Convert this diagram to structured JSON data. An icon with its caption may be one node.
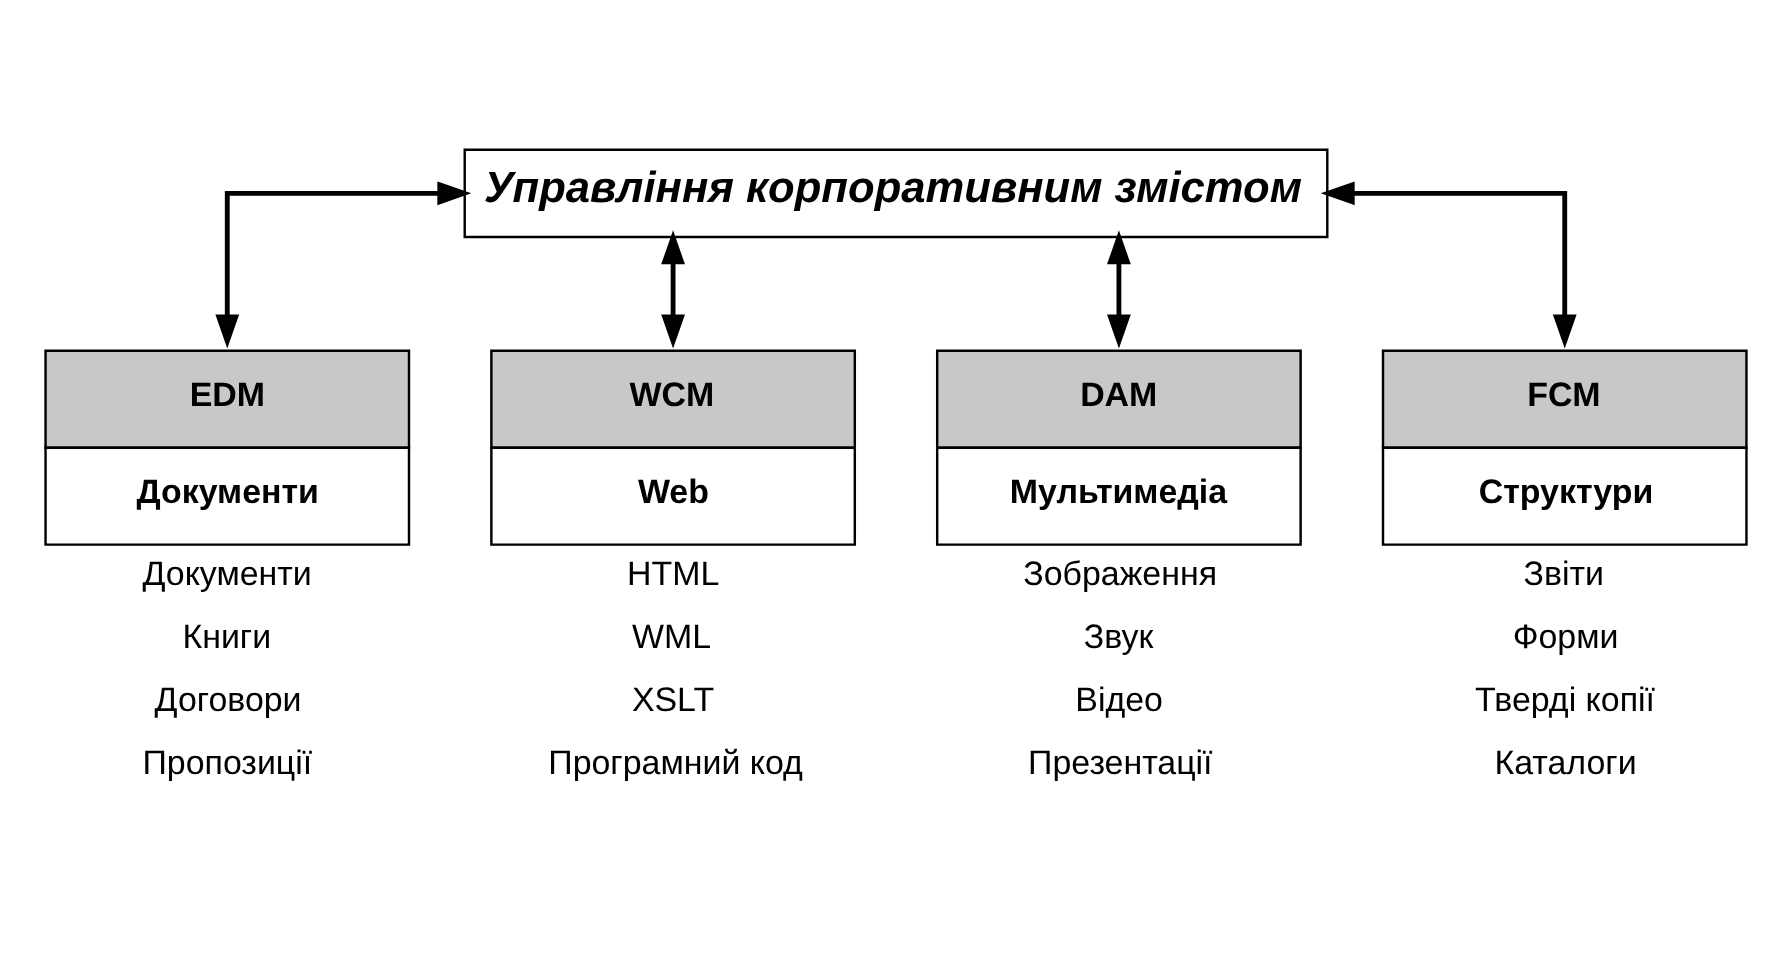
{
  "diagram": {
    "nodes": [
      {
        "text": [
          "Управління корпоративним змістом"
        ]
      },
      {
        "text": [
          "EDM",
          "Документи"
        ],
        "beside": [
          "Документи",
          "Книги",
          "Договори",
          "Пропозиції"
        ]
      },
      {
        "text": [
          "WCM",
          "Web"
        ],
        "beside": [
          "HTML",
          "WML",
          "XSLT",
          "Програмний код"
        ]
      },
      {
        "text": [
          "DAM",
          "Мультимедіа"
        ],
        "beside": [
          "Зображення",
          "Звук",
          "Відео",
          "Презентації"
        ]
      },
      {
        "text": [
          "FCM",
          "Структури"
        ],
        "beside": [
          "Звіти",
          "Форми",
          "Тверді копії",
          "Каталоги"
        ]
      }
    ],
    "edges": [
      {
        "from": 0,
        "to": 1,
        "arrow": "both"
      },
      {
        "from": 0,
        "to": 2,
        "arrow": "both"
      },
      {
        "from": 0,
        "to": 3,
        "arrow": "both"
      },
      {
        "from": 0,
        "to": 4,
        "arrow": "both"
      }
    ]
  }
}
